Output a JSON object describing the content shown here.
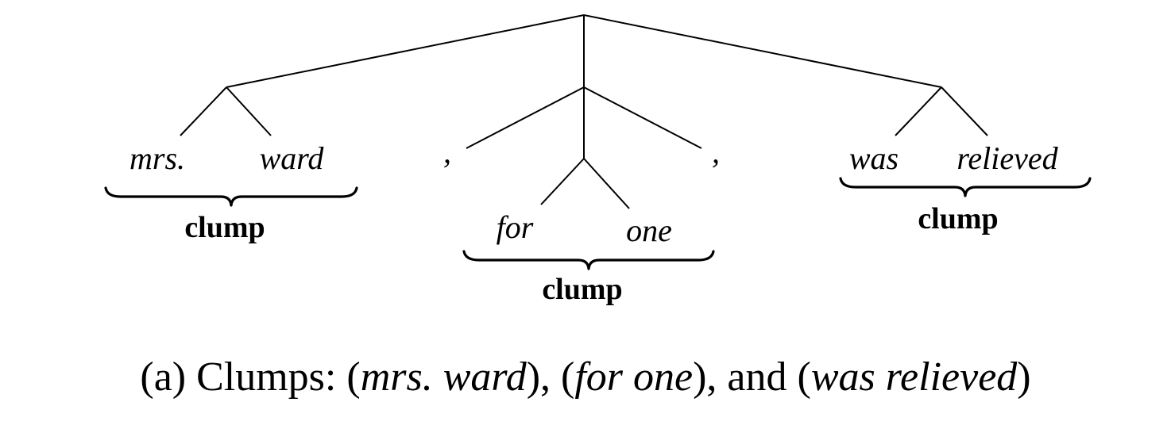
{
  "tree": {
    "left_group": {
      "words": [
        "mrs.",
        "ward"
      ],
      "clump_label": "clump"
    },
    "middle_group": {
      "comma_left": ",",
      "comma_right": ",",
      "words": [
        "for",
        "one"
      ],
      "clump_label": "clump"
    },
    "right_group": {
      "words": [
        "was",
        "relieved"
      ],
      "clump_label": "clump"
    }
  },
  "caption": {
    "prefix": "(a) Clumps: (",
    "clump1": "mrs. ward",
    "sep1": "), (",
    "clump2": "for one",
    "sep2": "), and (",
    "clump3": "was relieved",
    "suffix": ")"
  }
}
